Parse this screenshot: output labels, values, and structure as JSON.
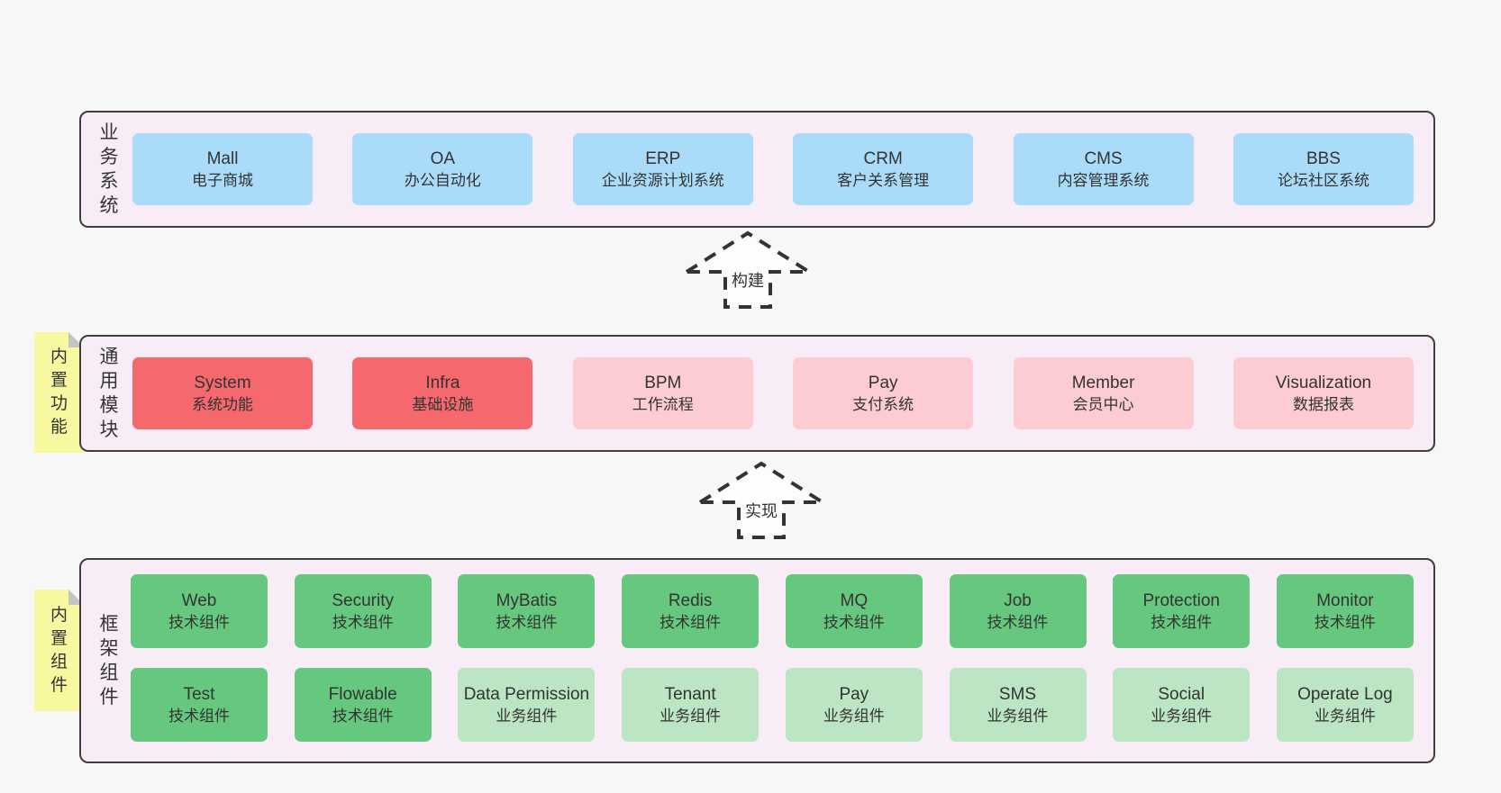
{
  "colors": {
    "page_bg": "#f7f7f7",
    "panel_bg": "#f8edf6",
    "panel_border": "#3f3f3f",
    "blue": "#aadcf9",
    "red": "#f5696e",
    "pink": "#fdccd3",
    "green_dark": "#66c87e",
    "green_light": "#bce5c4",
    "note_yellow": "#f8f8a0",
    "text": "#333333"
  },
  "notes": {
    "features": "内\n置\n功\n能",
    "components": "内\n置\n组\n件"
  },
  "arrows": {
    "build": "构建",
    "implement": "实现"
  },
  "sections": {
    "business": {
      "label": "业\n务\n系\n统",
      "items": [
        {
          "en": "Mall",
          "zh": "电子商城"
        },
        {
          "en": "OA",
          "zh": "办公自动化"
        },
        {
          "en": "ERP",
          "zh": "企业资源计划系统"
        },
        {
          "en": "CRM",
          "zh": "客户关系管理"
        },
        {
          "en": "CMS",
          "zh": "内容管理系统"
        },
        {
          "en": "BBS",
          "zh": "论坛社区系统"
        }
      ]
    },
    "modules": {
      "label": "通\n用\n模\n块",
      "items": [
        {
          "en": "System",
          "zh": "系统功能"
        },
        {
          "en": "Infra",
          "zh": "基础设施"
        },
        {
          "en": "BPM",
          "zh": "工作流程"
        },
        {
          "en": "Pay",
          "zh": "支付系统"
        },
        {
          "en": "Member",
          "zh": "会员中心"
        },
        {
          "en": "Visualization",
          "zh": "数据报表"
        }
      ]
    },
    "components": {
      "label": "框\n架\n组\n件",
      "row1": [
        {
          "en": "Web",
          "zh": "技术组件"
        },
        {
          "en": "Security",
          "zh": "技术组件"
        },
        {
          "en": "MyBatis",
          "zh": "技术组件"
        },
        {
          "en": "Redis",
          "zh": "技术组件"
        },
        {
          "en": "MQ",
          "zh": "技术组件"
        },
        {
          "en": "Job",
          "zh": "技术组件"
        },
        {
          "en": "Protection",
          "zh": "技术组件"
        },
        {
          "en": "Monitor",
          "zh": "技术组件"
        }
      ],
      "row2": [
        {
          "en": "Test",
          "zh": "技术组件"
        },
        {
          "en": "Flowable",
          "zh": "技术组件"
        },
        {
          "en": "Data Permission",
          "zh": "业务组件"
        },
        {
          "en": "Tenant",
          "zh": "业务组件"
        },
        {
          "en": "Pay",
          "zh": "业务组件"
        },
        {
          "en": "SMS",
          "zh": "业务组件"
        },
        {
          "en": "Social",
          "zh": "业务组件"
        },
        {
          "en": "Operate Log",
          "zh": "业务组件"
        }
      ]
    }
  }
}
